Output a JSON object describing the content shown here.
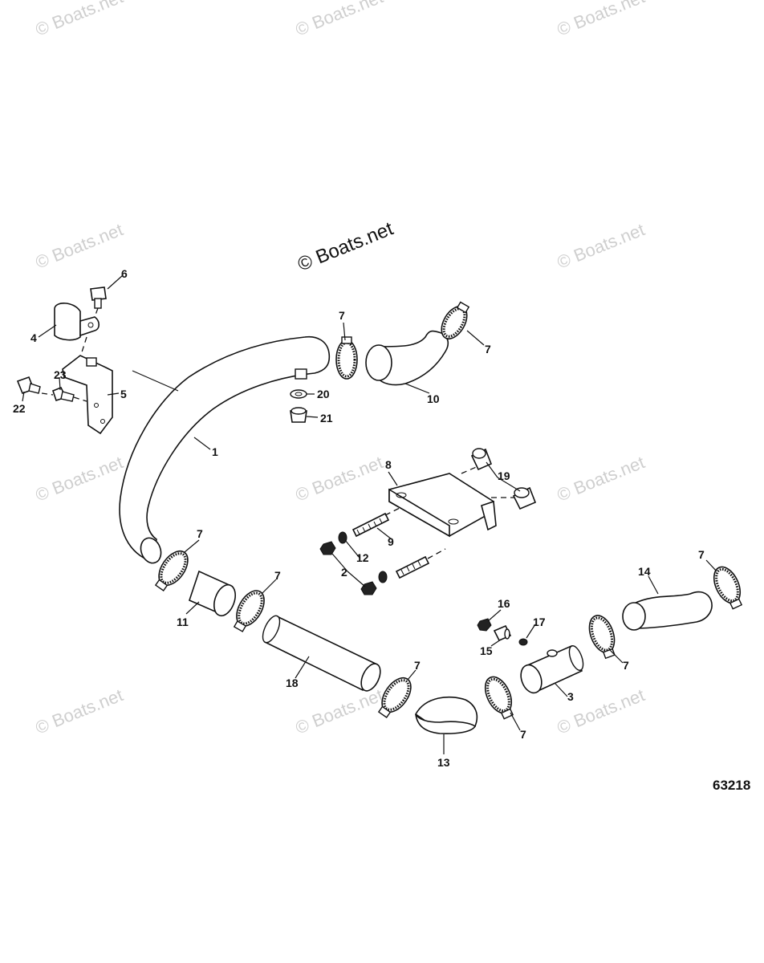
{
  "watermark": "© Boats.net",
  "watermark_main": "© Boats.net",
  "figure_number": "63218",
  "callouts": {
    "c1": "1",
    "c2": "2",
    "c3": "3",
    "c4": "4",
    "c5": "5",
    "c6": "6",
    "c7a": "7",
    "c7b": "7",
    "c7c": "7",
    "c7d": "7",
    "c7e": "7",
    "c7f": "7",
    "c7g": "7",
    "c7h": "7",
    "c8": "8",
    "c9": "9",
    "c10": "10",
    "c11": "11",
    "c12": "12",
    "c13": "13",
    "c14": "14",
    "c15": "15",
    "c16": "16",
    "c17": "17",
    "c18": "18",
    "c19": "19",
    "c20": "20",
    "c21": "21",
    "c22": "22",
    "c23": "23"
  }
}
